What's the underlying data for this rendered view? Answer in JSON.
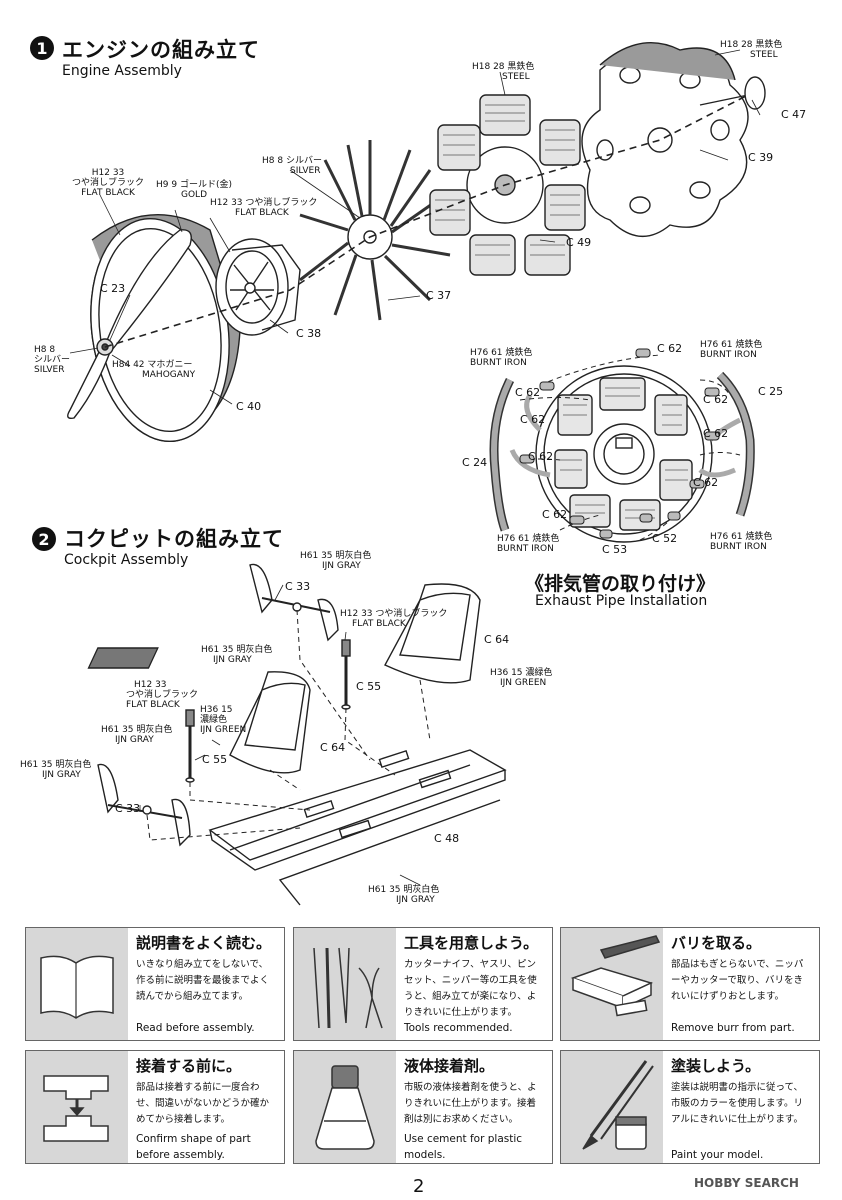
{
  "page_number": "2",
  "watermark": "HOBBY SEARCH",
  "step1": {
    "number": "1",
    "title_jp": "エンジンの組み立て",
    "title_en": "Engine Assembly",
    "labels": {
      "h18_steel_top": {
        "code": "H18 28",
        "jp": "黒鉄色",
        "en": "STEEL"
      },
      "h18_steel_mid": {
        "code": "H18 28",
        "jp": "黒鉄色",
        "en": "STEEL"
      },
      "h8_silver_top": {
        "code": "H8 8",
        "jp": "シルバー",
        "en": "SILVER"
      },
      "h12_flat_black_a": {
        "code": "H12 33",
        "jp": "つや消しブラック",
        "en": "FLAT BLACK"
      },
      "h9_gold": {
        "code": "H9 9",
        "jp": "ゴールド(金)",
        "en": "GOLD"
      },
      "h12_flat_black_b": {
        "code": "H12 33",
        "jp": "つや消しブラック",
        "en": "FLAT BLACK"
      },
      "h8_silver_left": {
        "code": "H8 8",
        "jp": "シルバー",
        "en": "SILVER"
      },
      "h84_mahogany": {
        "code": "H84 42",
        "jp": "マホガニー",
        "en": "MAHOGANY"
      }
    },
    "parts": {
      "c47": "C 47",
      "c39": "C 39",
      "c49": "C 49",
      "c37": "C 37",
      "c38": "C 38",
      "c23": "C 23",
      "c40": "C 40"
    }
  },
  "exhaust": {
    "title_jp": "《排気管の取り付け》",
    "title_en": "Exhaust Pipe Installation",
    "labels": {
      "h76_left": {
        "code": "H76 61",
        "jp": "焼鉄色",
        "en": "BURNT IRON"
      },
      "h76_right_top": {
        "code": "H76 61",
        "jp": "焼鉄色",
        "en": "BURNT IRON"
      },
      "h76_bottom_left": {
        "code": "H76 61",
        "jp": "焼鉄色",
        "en": "BURNT IRON"
      },
      "h76_bottom_right": {
        "code": "H76 61",
        "jp": "焼鉄色",
        "en": "BURNT IRON"
      }
    },
    "parts": {
      "c62_a": "C 62",
      "c62_b": "C 62",
      "c62_c": "C 62",
      "c62_d": "C 62",
      "c62_e": "C 62",
      "c62_f": "C 62",
      "c62_g": "C 62",
      "c62_h": "C 62",
      "c25": "C 25",
      "c24": "C 24",
      "c53": "C 53",
      "c52": "C 52"
    }
  },
  "step2": {
    "number": "2",
    "title_jp": "コクピットの組み立て",
    "title_en": "Cockpit Assembly",
    "labels": {
      "h61_top": {
        "code": "H61 35",
        "jp": "明灰白色",
        "en": "IJN GRAY"
      },
      "h12_right": {
        "code": "H12 33",
        "jp": "つや消しブラック",
        "en": "FLAT BLACK"
      },
      "h36_right": {
        "code": "H36 15",
        "jp": "濃緑色",
        "en": "IJN GREEN"
      },
      "h61_mid": {
        "code": "H61 35",
        "jp": "明灰白色",
        "en": "IJN GRAY"
      },
      "h12_left": {
        "code": "H12 33",
        "jp": "つや消しブラック",
        "en": "FLAT BLACK"
      },
      "h36_left": {
        "code": "H36 15",
        "jp": "濃緑色",
        "en": "IJN GREEN"
      },
      "h61_left_a": {
        "code": "H61 35",
        "jp": "明灰白色",
        "en": "IJN GRAY"
      },
      "h61_left_b": {
        "code": "H61 35",
        "jp": "明灰白色",
        "en": "IJN GRAY"
      },
      "h61_bottom": {
        "code": "H61 35",
        "jp": "明灰白色",
        "en": "IJN GRAY"
      }
    },
    "parts": {
      "c33_top": "C 33",
      "c64_right": "C 64",
      "c55_right": "C 55",
      "c64_left": "C 64",
      "c55_left": "C 55",
      "c33_left": "C 33",
      "c48": "C 48"
    }
  },
  "tips": [
    {
      "title": "説明書をよく読む。",
      "jp": "いきなり組み立てをしないで、作る前に説明書を最後までよく読んでから組み立てます。",
      "en": "Read before assembly.",
      "icon": "open-book-icon"
    },
    {
      "title": "工具を用意しよう。",
      "jp": "カッターナイフ、ヤスリ、ピンセット、ニッパー等の工具を使うと、組み立てが楽になり、よりきれいに仕上がります。",
      "en": "Tools recommended.",
      "icon": "tools-icon"
    },
    {
      "title": "バリを取る。",
      "jp": "部品はもぎとらないで、ニッパーやカッターで取り、バリをきれいにけずりおとします。",
      "en": "Remove burr from part.",
      "icon": "file-burr-icon"
    },
    {
      "title": "接着する前に。",
      "jp": "部品は接着する前に一度合わせ、間違いがないかどうか確かめてから接着します。",
      "en": "Confirm shape of part before assembly.",
      "icon": "fit-parts-icon"
    },
    {
      "title": "液体接着剤。",
      "jp": "市販の液体接着剤を使うと、よりきれいに仕上がります。接着剤は別にお求めください。",
      "en": "Use cement for plastic models.",
      "icon": "cement-bottle-icon"
    },
    {
      "title": "塗装しよう。",
      "jp": "塗装は説明書の指示に従って、市販のカラーを使用します。リアルにきれいに仕上がります。",
      "en": "Paint your model.",
      "icon": "paint-brush-icon"
    }
  ]
}
